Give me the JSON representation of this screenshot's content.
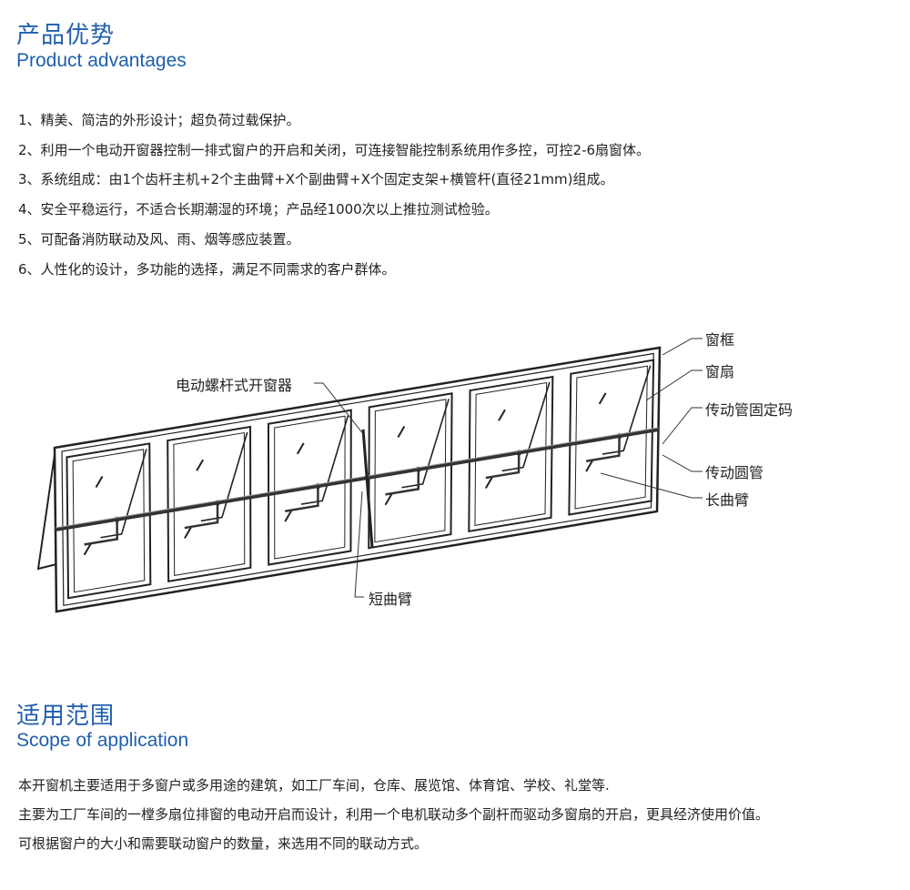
{
  "advantages": {
    "title_cn": "产品优势",
    "title_en": "Product advantages",
    "items": [
      "1、精美、简洁的外形设计；超负荷过载保护。",
      "2、利用一个电动开窗器控制一排式窗户的开启和关闭，可连接智能控制系统用作多控，可控2-6扇窗体。",
      "3、系统组成：由1个齿杆主机+2个主曲臂+X个副曲臂+X个固定支架+横管杆(直径21mm)组成。",
      "4、安全平稳运行，不适合长期潮湿的环境；产品经1000次以上推拉测试检验。",
      "5、可配备消防联动及风、雨、烟等感应装置。",
      "6、人性化的设计，多功能的选择，满足不同需求的客户群体。"
    ]
  },
  "diagram": {
    "window_count": 6,
    "labels": {
      "frame": "窗框",
      "sash": "窗扇",
      "tube_clamp": "传动管固定码",
      "opener": "电动螺杆式开窗器",
      "tube": "传动圆管",
      "long_arm": "长曲臂",
      "short_arm": "短曲臂"
    }
  },
  "scope": {
    "title_cn": "适用范围",
    "title_en": "Scope of application",
    "items": [
      "本开窗机主要适用于多窗户或多用途的建筑，如工厂车间，仓库、展览馆、体育馆、学校、礼堂等.",
      "主要为工厂车间的一樘多扇位排窗的电动开启而设计，利用一个电机联动多个副杆而驱动多窗扇的开启，更具经济使用价值。",
      "可根据窗户的大小和需要联动窗户的数量，来选用不同的联动方式。"
    ]
  }
}
